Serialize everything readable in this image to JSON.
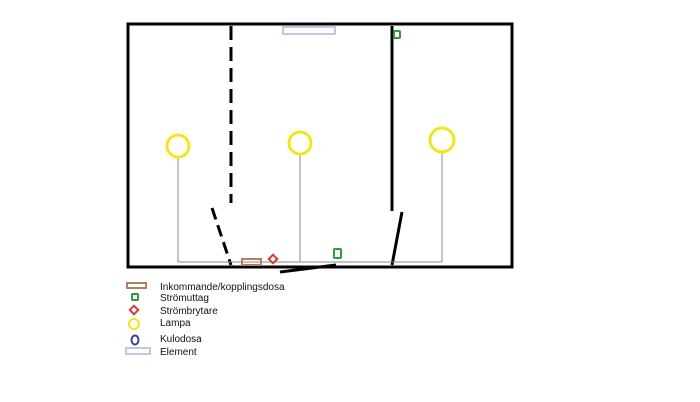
{
  "legend": {
    "items": [
      {
        "symbol": "junction-box",
        "label": "Inkommande/kopplingsdosa"
      },
      {
        "symbol": "outlet",
        "label": "Strömuttag"
      },
      {
        "symbol": "switch",
        "label": "Strömbrytare"
      },
      {
        "symbol": "lamp",
        "label": "Lampa"
      },
      {
        "symbol": "ceiling-box",
        "label": "Kulodosa"
      },
      {
        "symbol": "radiator",
        "label": "Element"
      }
    ]
  },
  "colors": {
    "wall": "#000000",
    "wire": "#8a8a8a",
    "lamp": "#f2e51b",
    "outlet": "#2e9a3e",
    "switch": "#d23a35",
    "junction_box": "#b08060",
    "ceiling_box": "#3b3f9a",
    "radiator": "#c7c3e0"
  }
}
